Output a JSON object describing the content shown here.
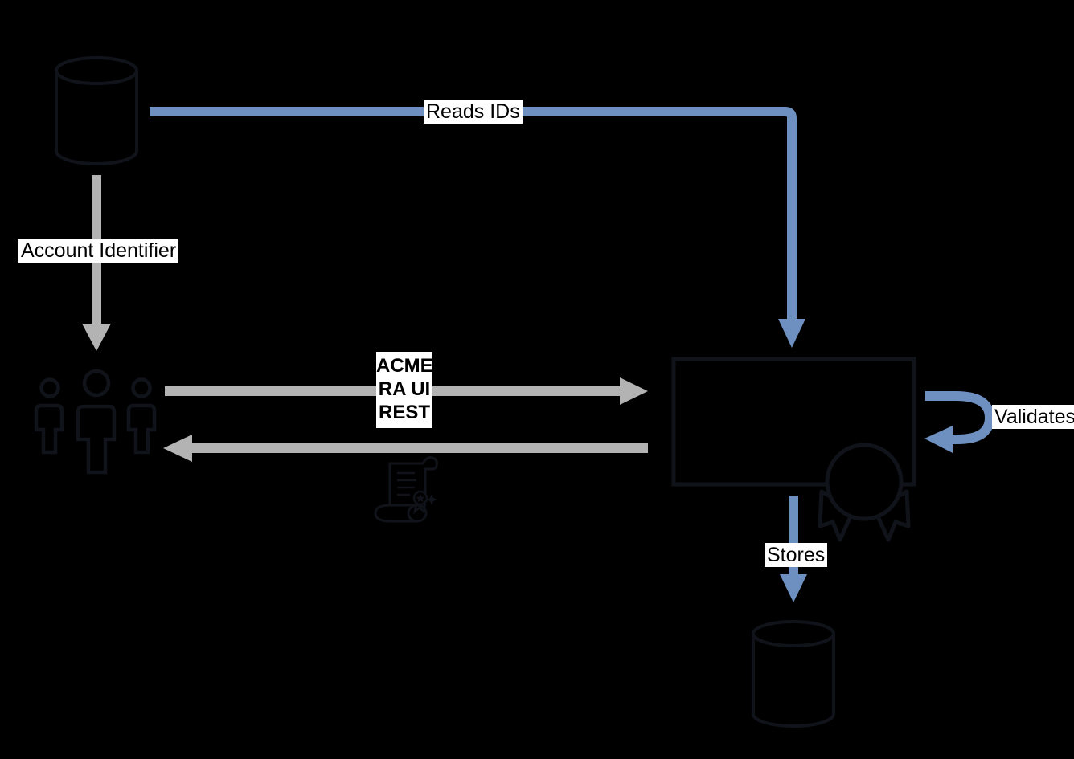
{
  "colors": {
    "arrow-blue": "#6e90c1",
    "arrow-gray": "#b3b3b3",
    "shape-stroke": "#10131a",
    "shape-fill": "#000000",
    "canvas-bg": "#000000",
    "label-bg": "#ffffff",
    "label-text": "#000000"
  },
  "labels": {
    "reads_ids": "Reads IDs",
    "account_identifier": "Account Identifier",
    "acme": {
      "line1": "ACME",
      "line2": "RA UI",
      "line3": "REST"
    },
    "validates": "Validates",
    "stores": "Stores"
  },
  "icons": {
    "source_database": "database-cylinder-icon",
    "users": "user-group-icon",
    "registration_box": "process-box",
    "certificate_scroll": "certificate-scroll-icon",
    "certificate_rosette": "rosette-ribbon-icon",
    "target_database": "database-cylinder-icon"
  }
}
